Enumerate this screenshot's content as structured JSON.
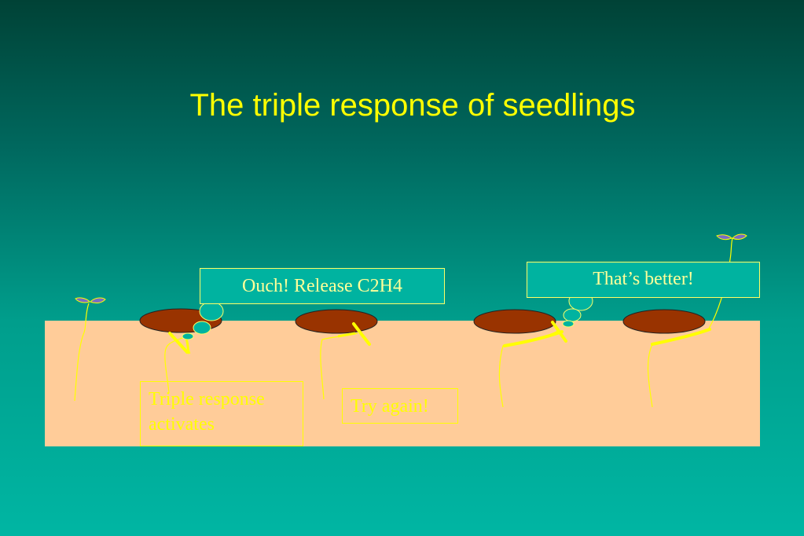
{
  "slide": {
    "title": "The triple response of seedlings"
  },
  "callouts": {
    "ouch": "Ouch! Release C2H4",
    "better": "That’s better!",
    "triple": "Triple response activates",
    "again": "Try again!"
  },
  "colors": {
    "title_text": "#ffff00",
    "soil": "#ffcc99",
    "stone": "#993300",
    "seedling": "#ffff00",
    "bubble": "#00b3a0",
    "leaf_purple": "#7a6cc4"
  }
}
